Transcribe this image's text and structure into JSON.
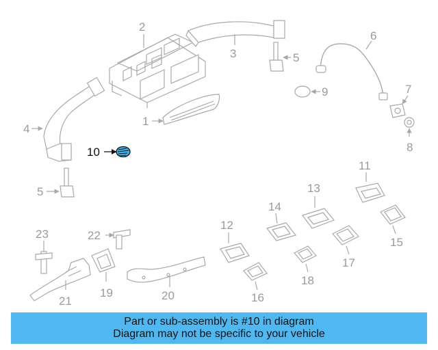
{
  "callouts": {
    "c1": "1",
    "c2": "2",
    "c3": "3",
    "c4": "4",
    "c5a": "5",
    "c5b": "5",
    "c6": "6",
    "c7": "7",
    "c8": "8",
    "c9": "9",
    "c10": "10",
    "c11": "11",
    "c12": "12",
    "c13": "13",
    "c14": "14",
    "c15": "15",
    "c16": "16",
    "c17": "17",
    "c18": "18",
    "c19": "19",
    "c20": "20",
    "c21": "21",
    "c22": "22",
    "c23": "23"
  },
  "highlighted_part": "10",
  "banner": {
    "line1": "Part or sub-assembly is #10 in diagram",
    "line2": "Diagram may not be specific to your vehicle"
  },
  "colors": {
    "banner_bg": "#4fb8f0",
    "highlight_fill": "#3ab4ee",
    "line_gray": "#a8a8a8"
  }
}
